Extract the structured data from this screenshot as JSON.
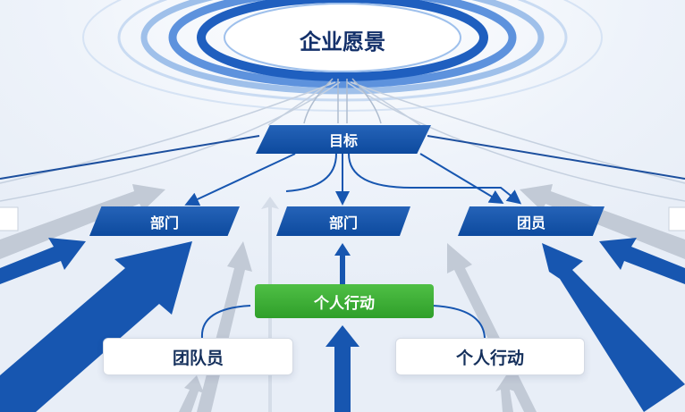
{
  "vision": {
    "label": "企业愿景"
  },
  "goal": {
    "label": "目标"
  },
  "dept_left": {
    "label": "部门"
  },
  "dept_center": {
    "label": "部门"
  },
  "team": {
    "label": "团员"
  },
  "action_center": {
    "label": "个人行动"
  },
  "team_member": {
    "label": "团队员"
  },
  "action_right": {
    "label": "个人行动"
  },
  "colors": {
    "primary_blue": "#0d4a9e",
    "light_blue": "#8fb4e8",
    "action_green": "#37a531",
    "background": "#f3f6fa",
    "text_dark": "#13306a"
  }
}
